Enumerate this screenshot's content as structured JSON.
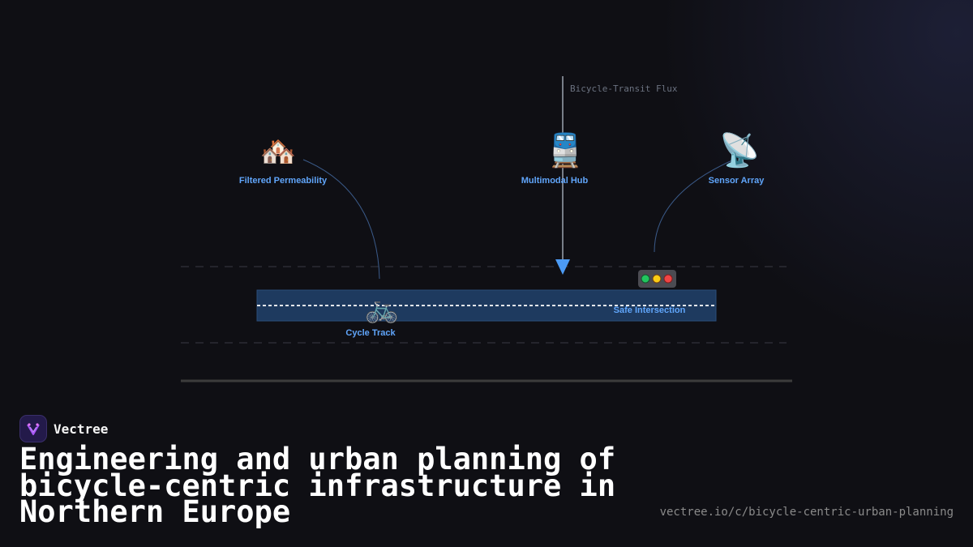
{
  "diagram": {
    "flux_label": "Bicycle-Transit Flux",
    "nodes": [
      {
        "icon": "houses-icon",
        "glyph": "🏘️",
        "label": "Filtered Permeability"
      },
      {
        "icon": "train-icon",
        "glyph": "🚆",
        "label": "Multimodal Hub"
      },
      {
        "icon": "satellite-antenna-icon",
        "glyph": "📡",
        "label": "Sensor Array"
      }
    ],
    "track": {
      "icon": "bicycle-icon",
      "glyph": "🚲",
      "label": "Cycle Track"
    },
    "intersection": {
      "icon": "traffic-light-icon",
      "label": "Safe Intersection"
    }
  },
  "colors": {
    "accent": "#60a5fa",
    "track_fill": "#1e3a5f",
    "connector": "#3b5b8a",
    "arrow": "#4c9bf5"
  },
  "brand": {
    "name": "Vectree",
    "icon": "vectree-logo-icon"
  },
  "title": "Engineering and urban planning of bicycle-centric infrastructure in Northern Europe",
  "url": "vectree.io/c/bicycle-centric-urban-planning"
}
